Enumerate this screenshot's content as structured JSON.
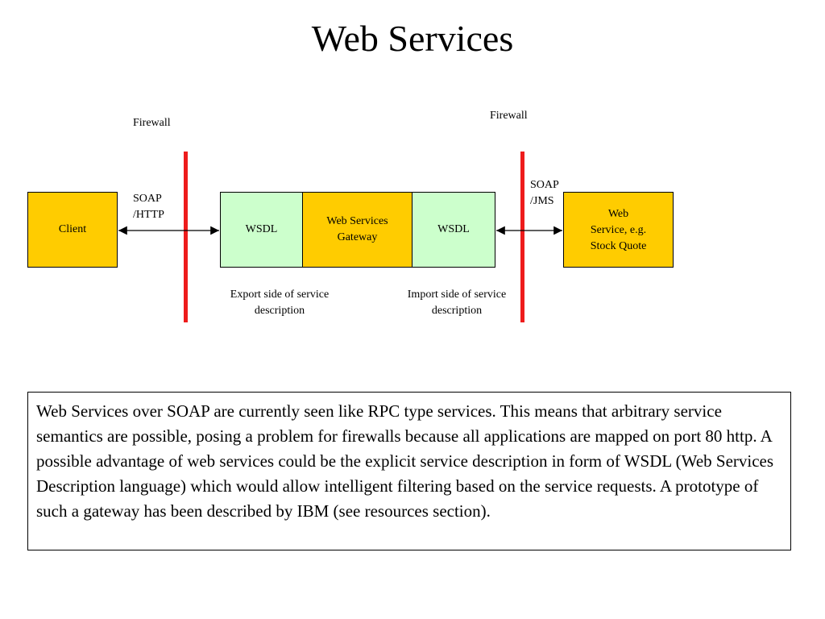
{
  "title": "Web Services",
  "labels": {
    "firewall_left": "Firewall",
    "firewall_right": "Firewall",
    "soap_http": "SOAP\n/HTTP",
    "soap_jms": "SOAP\n/JMS",
    "export_side": "Export side of service\ndescription",
    "import_side": "Import side of service\ndescription"
  },
  "boxes": {
    "client": "Client",
    "wsdl_left": "WSDL",
    "gateway": "Web Services\nGateway",
    "wsdl_right": "WSDL",
    "web_service": "Web\nService, e.g.\nStock Quote"
  },
  "colors": {
    "orange_box": "#ffcc00",
    "green_box": "#ccffcc",
    "firewall": "#ee1c1c"
  },
  "description": "Web Services over SOAP are currently seen like RPC type services. This means that arbitrary service semantics are possible, posing a problem for firewalls because all applications are mapped on port 80 http. A possible advantage of web services could be the explicit service description in form of WSDL (Web Services Description language) which would allow intelligent filtering based on the service requests. A prototype of such a gateway has been described by IBM (see resources section)."
}
